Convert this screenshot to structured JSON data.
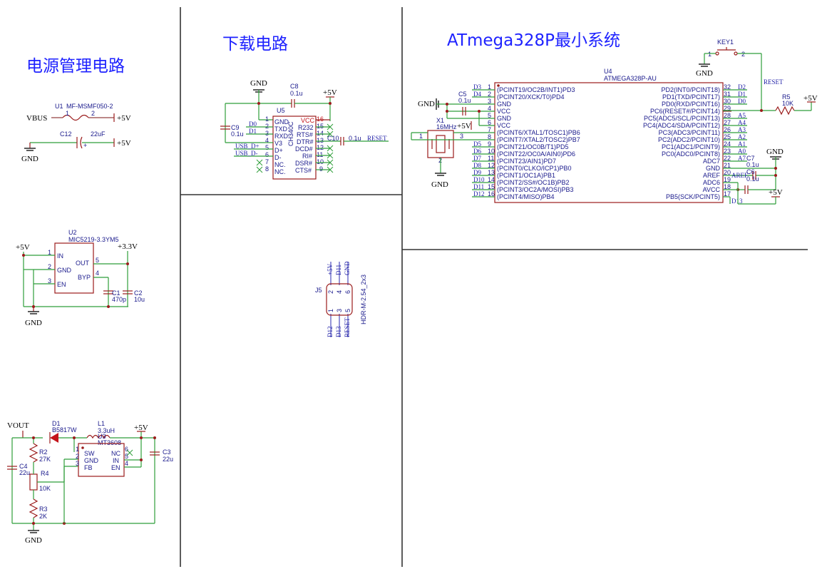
{
  "sections": {
    "power": "电源管理电路",
    "download": "下载电路",
    "mcu": "ATmega328P最小系统"
  },
  "u1": {
    "ref": "U1",
    "part": "MF-MSMF050-2",
    "vbus": "VBUS",
    "vcc": "+5V",
    "pin1": "1",
    "pin2": "2"
  },
  "c12": {
    "ref": "C12",
    "value": "22uF",
    "vcc": "+5V",
    "gnd": "GND"
  },
  "u2": {
    "ref": "U2",
    "part": "MIC5219-3.3YM5",
    "in_net": "+5V",
    "out_net": "+3.3V",
    "gnd": "GND",
    "pins": [
      {
        "num": "1",
        "name": "IN"
      },
      {
        "num": "2",
        "name": "GND"
      },
      {
        "num": "3",
        "name": "EN"
      },
      {
        "num": "5",
        "name": "OUT"
      },
      {
        "num": "4",
        "name": "BYP"
      }
    ],
    "c1": {
      "ref": "C1",
      "value": "470p"
    },
    "c2": {
      "ref": "C2",
      "value": "10u"
    }
  },
  "boost": {
    "vout": "VOUT",
    "gnd": "GND",
    "vcc": "+5V",
    "d1": {
      "ref": "D1",
      "part": "B5817W"
    },
    "l1": {
      "ref": "L1",
      "value": "3.3uH"
    },
    "u3": {
      "ref": "U3",
      "part": "MT3608",
      "pins": [
        {
          "num": "1",
          "name": "SW"
        },
        {
          "num": "2",
          "name": "GND"
        },
        {
          "num": "3",
          "name": "FB"
        },
        {
          "num": "6",
          "name": "NC"
        },
        {
          "num": "5",
          "name": "IN"
        },
        {
          "num": "4",
          "name": "EN"
        }
      ]
    },
    "r2": {
      "ref": "R2",
      "value": "27K"
    },
    "r4": {
      "ref": "R4",
      "value": "10K"
    },
    "r3": {
      "ref": "R3",
      "value": "2K"
    },
    "c4": {
      "ref": "C4",
      "value": "22u"
    },
    "c3": {
      "ref": "C3",
      "value": "22u"
    }
  },
  "ch340": {
    "ref": "U5",
    "part": "CH340C",
    "gnd": "GND",
    "vcc": "+5V",
    "c8": {
      "ref": "C8",
      "value": "0.1u"
    },
    "c9": {
      "ref": "C9",
      "value": "0.1u"
    },
    "c10": {
      "ref": "C10",
      "value": "0.1u"
    },
    "left_pins": [
      {
        "num": "1",
        "name": "GND",
        "net": ""
      },
      {
        "num": "2",
        "name": "TXD",
        "net": "D0"
      },
      {
        "num": "3",
        "name": "RXD",
        "net": "D1"
      },
      {
        "num": "4",
        "name": "V3",
        "net": ""
      },
      {
        "num": "5",
        "name": "D+",
        "net": "USB_D+"
      },
      {
        "num": "6",
        "name": "D-",
        "net": "USB_D-"
      },
      {
        "num": "7",
        "name": "NC.",
        "net": ""
      },
      {
        "num": "8",
        "name": "NC.",
        "net": ""
      }
    ],
    "right_pins": [
      {
        "num": "16",
        "name": "VCC"
      },
      {
        "num": "15",
        "name": "R232"
      },
      {
        "num": "14",
        "name": "RTS#"
      },
      {
        "num": "13",
        "name": "DTR#"
      },
      {
        "num": "12",
        "name": "DCD#"
      },
      {
        "num": "11",
        "name": "RI#"
      },
      {
        "num": "10",
        "name": "DSR#"
      },
      {
        "num": "9",
        "name": "CTS#"
      }
    ],
    "reset_net": "RESET"
  },
  "j5": {
    "ref": "J5",
    "part": "HDR-M-2.54_2x3",
    "top_nets": [
      "+5V",
      "D11",
      "GND"
    ],
    "bottom_nets": [
      "D12",
      "D13",
      "RESET"
    ],
    "top_pins": [
      "2",
      "4",
      "6"
    ],
    "bottom_pins": [
      "1",
      "3",
      "5"
    ]
  },
  "mcu": {
    "ref": "U4",
    "part": "ATMEGA328P-AU",
    "left_pins": [
      {
        "num": "1",
        "name": "(PCINT19/OC2B/INT1)PD3",
        "net": "D3"
      },
      {
        "num": "2",
        "name": "(PCINT20/XCK/T0)PD4",
        "net": "D4"
      },
      {
        "num": "3",
        "name": "GND",
        "net": ""
      },
      {
        "num": "4",
        "name": "VCC",
        "net": ""
      },
      {
        "num": "5",
        "name": "GND",
        "net": ""
      },
      {
        "num": "6",
        "name": "VCC",
        "net": ""
      },
      {
        "num": "7",
        "name": "(PCINT6/XTAL1/TOSC1)PB6",
        "net": ""
      },
      {
        "num": "8",
        "name": "(PCINT7/XTAL2/TOSC2)PB7",
        "net": ""
      },
      {
        "num": "9",
        "name": "(PCINT21/OC0B/T1)PD5",
        "net": "D5"
      },
      {
        "num": "10",
        "name": "(PCINT22/OC0A/AIN0)PD6",
        "net": "D6"
      },
      {
        "num": "11",
        "name": "(PCINT23/AIN1)PD7",
        "net": "D7"
      },
      {
        "num": "12",
        "name": "(PCINT0/CLKO/ICP1)PB0",
        "net": "D8"
      },
      {
        "num": "13",
        "name": "(PCINT1/OC1A)PB1",
        "net": "D9"
      },
      {
        "num": "14",
        "name": "(PCINT2/SS#/OC1B)PB2",
        "net": "D10"
      },
      {
        "num": "15",
        "name": "(PCINT3/OC2A/MOSI)PB3",
        "net": "D11"
      },
      {
        "num": "16",
        "name": "(PCINT4/MISO)PB4",
        "net": "D12"
      }
    ],
    "right_pins": [
      {
        "num": "32",
        "name": "PD2(INT0/PCINT18)",
        "net": "D2"
      },
      {
        "num": "31",
        "name": "PD1(TXD/PCINT17)",
        "net": "D1"
      },
      {
        "num": "30",
        "name": "PD0(RXD/PCINT16)",
        "net": "D0"
      },
      {
        "num": "29",
        "name": "PC6(RESET#/PCINT14)",
        "net": ""
      },
      {
        "num": "28",
        "name": "PC5(ADC5/SCL/PCINT13)",
        "net": "A5"
      },
      {
        "num": "27",
        "name": "PC4(ADC4/SDA/PCINT12)",
        "net": "A4"
      },
      {
        "num": "26",
        "name": "PC3(ADC3/PCINT11)",
        "net": "A3"
      },
      {
        "num": "25",
        "name": "PC2(ADC2/PCINT10)",
        "net": "A2"
      },
      {
        "num": "24",
        "name": "PC1(ADC1/PCINT9)",
        "net": "A1"
      },
      {
        "num": "23",
        "name": "PC0(ADC0/PCINT8)",
        "net": "A0"
      },
      {
        "num": "22",
        "name": "ADC7",
        "net": "A7"
      },
      {
        "num": "21",
        "name": "GND",
        "net": ""
      },
      {
        "num": "20",
        "name": "AREF",
        "net": "AREF"
      },
      {
        "num": "19",
        "name": "ADC6",
        "net": ""
      },
      {
        "num": "18",
        "name": "AVCC",
        "net": ""
      },
      {
        "num": "17",
        "name": "PB5(SCK/PCINT5)",
        "net": "D13"
      }
    ],
    "gnd": "GND",
    "vcc": "+5V",
    "c5": {
      "ref": "C5",
      "value": "0.1u"
    },
    "x1": {
      "ref": "X1",
      "value": "16MHz",
      "pins": [
        "1",
        "3",
        "2"
      ]
    },
    "key1": {
      "ref": "KEY1",
      "pins": [
        "1",
        "2"
      ]
    },
    "r5": {
      "ref": "R5",
      "value": "10K"
    },
    "reset_net": "RESET",
    "c7": {
      "ref": "C7",
      "value": "0.1u"
    },
    "c6": {
      "ref": "C6",
      "value": "0.1u"
    }
  }
}
